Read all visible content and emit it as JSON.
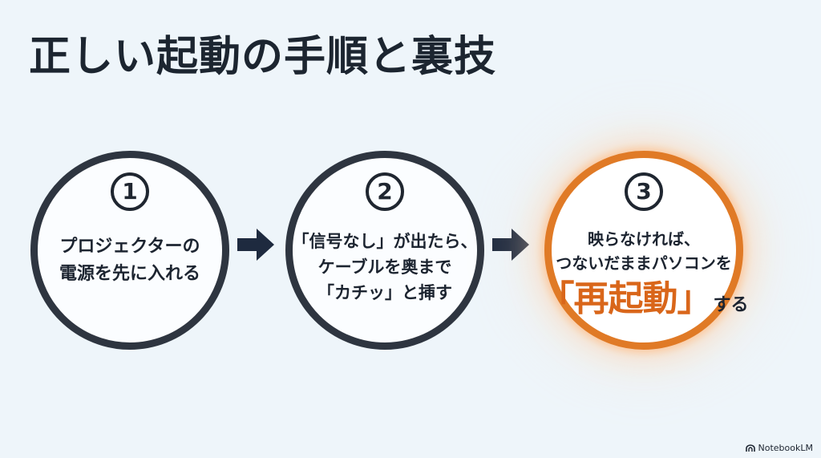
{
  "title": "正しい起動の手順と裏技",
  "steps": [
    {
      "number": "1",
      "lines": [
        "プロジェクターの",
        "電源を先に入れる"
      ]
    },
    {
      "number": "2",
      "lines": [
        "「信号なし」が出たら、",
        "ケーブルを奥まで",
        "「カチッ」と挿す"
      ]
    },
    {
      "number": "3",
      "lines": [
        "映らなければ、",
        "つないだままパソコンを"
      ],
      "emphasis": "「再起動」",
      "emphasis_suffix": "する"
    }
  ],
  "branding": "NotebookLM",
  "colors": {
    "background": "#eef5fa",
    "circle_border": "#2e3540",
    "highlight": "#e07a26",
    "emphasis_text": "#d9661a",
    "arrow": "#1e2a3f"
  },
  "icons": {
    "arrows": "right-arrow-icon",
    "branding": "notebooklm-logo-icon"
  }
}
